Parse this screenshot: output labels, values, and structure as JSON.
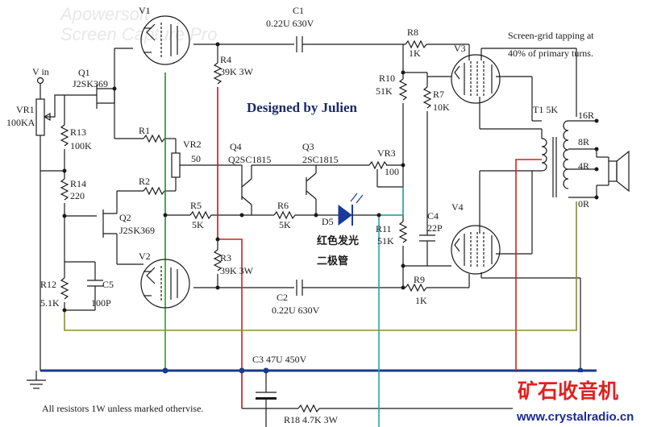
{
  "watermark": {
    "line1": "Apowersoft",
    "line2": "Screen Capture Pro"
  },
  "title": "Designed by Julien",
  "note_screen_grid": [
    "Screen-grid tapping at",
    "40% of primary turns."
  ],
  "footnote": "All resistors 1W unless marked othervise.",
  "led_text": [
    "红色发光",
    "二极管"
  ],
  "logo": {
    "cn": "矿石收音机",
    "url": "www.crystalradio.cn"
  },
  "labels": {
    "vin": "V in",
    "vr1": [
      "VR1",
      "100KA"
    ],
    "q1": [
      "Q1",
      "J2SK369"
    ],
    "q2": [
      "Q2",
      "J2SK369"
    ],
    "q3": [
      "Q3",
      "2SC1815"
    ],
    "q4": [
      "Q4",
      "Q2SC1815"
    ],
    "r1": "R1",
    "r2": "R2",
    "vr2": [
      "VR2",
      "50"
    ],
    "vr3": [
      "VR3",
      "100"
    ],
    "r5": [
      "R5",
      "5K"
    ],
    "r6": [
      "R6",
      "5K"
    ],
    "d5": "D5",
    "r13": [
      "R13",
      "100K"
    ],
    "r14": [
      "R14",
      "220"
    ],
    "r12": [
      "R12",
      "5.1K"
    ],
    "c5": [
      "C5",
      "100P"
    ],
    "v1": "V1",
    "v2": "V2",
    "v3": "V3",
    "v4": "V4",
    "r4": [
      "R4",
      "39K 3W"
    ],
    "r3": [
      "R3",
      "39K 3W"
    ],
    "c1": [
      "C1",
      "0.22U 630V"
    ],
    "c2": [
      "C2",
      "0.22U 630V"
    ],
    "r8": [
      "R8",
      "1K"
    ],
    "r9": [
      "R9",
      "1K"
    ],
    "r10": [
      "R10",
      "51K"
    ],
    "r7": [
      "R7",
      "10K"
    ],
    "r11": [
      "R11",
      "51K"
    ],
    "c4": [
      "C4",
      "22P"
    ],
    "t1": "T1 5K",
    "tap16": "16R",
    "tap8": "8R",
    "tap4": "4R",
    "tap0": "0R",
    "c3": "C3  47U 450V",
    "r18": "R18  4.7K  3W"
  }
}
